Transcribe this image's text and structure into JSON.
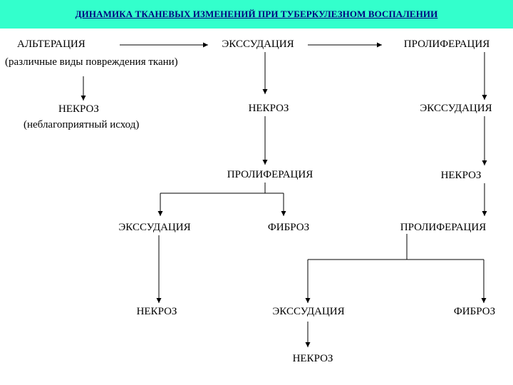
{
  "title": "ДИНАМИКА ТКАНЕВЫХ ИЗМЕНЕНИЙ ПРИ ТУБЕРКУЛЕЗНОМ ВОСПАЛЕНИИ",
  "nodes": {
    "alteration": "АЛЬТЕРАЦИЯ",
    "alteration_note": "(различные виды повреждения ткани)",
    "exudation_top": "ЭКССУДАЦИЯ",
    "proliferation_top": "ПРОЛИФЕРАЦИЯ",
    "necrosis_left": "НЕКРОЗ",
    "necrosis_left_note": "(неблагоприятный исход)",
    "necrosis_mid": "НЕКРОЗ",
    "exudation_right": "ЭКССУДАЦИЯ",
    "proliferation_mid": "ПРОЛИФЕРАЦИЯ",
    "necrosis_right": "НЕКРОЗ",
    "exudation_mid_left": "ЭКССУДАЦИЯ",
    "fibrosis_mid": "ФИБРОЗ",
    "proliferation_right": "ПРОЛИФЕРАЦИЯ",
    "necrosis_bottom_left": "НЕКРОЗ",
    "exudation_bottom": "ЭКССУДАЦИЯ",
    "fibrosis_bottom_right": "ФИБРОЗ",
    "necrosis_final": "НЕКРОЗ"
  },
  "colors": {
    "title_background": "#33ffcc",
    "title_text": "#000080",
    "lines": "#000000"
  }
}
